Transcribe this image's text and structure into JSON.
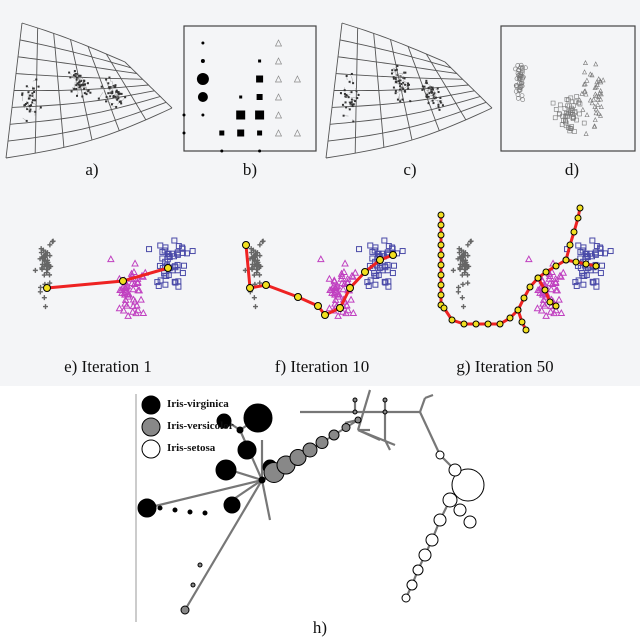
{
  "captions": {
    "a": "a)",
    "b": "b)",
    "c": "c)",
    "d": "d)",
    "e": "e) Iteration 1",
    "f": "f) Iteration 10",
    "g": "g) Iteration 50",
    "h": "h)"
  },
  "legend": [
    {
      "label": "Iris-virginica",
      "color": "#000000"
    },
    {
      "label": "Iris-versicolor",
      "color": "#888888"
    },
    {
      "label": "Iris-setosa",
      "color": "#ffffff"
    }
  ],
  "colors": {
    "setosa_marker": "#666666",
    "versicolor_marker": "#c040c0",
    "virginica_marker": "#4a4aa8",
    "curve": "#ee2222",
    "node_fill": "#f2e020"
  }
}
